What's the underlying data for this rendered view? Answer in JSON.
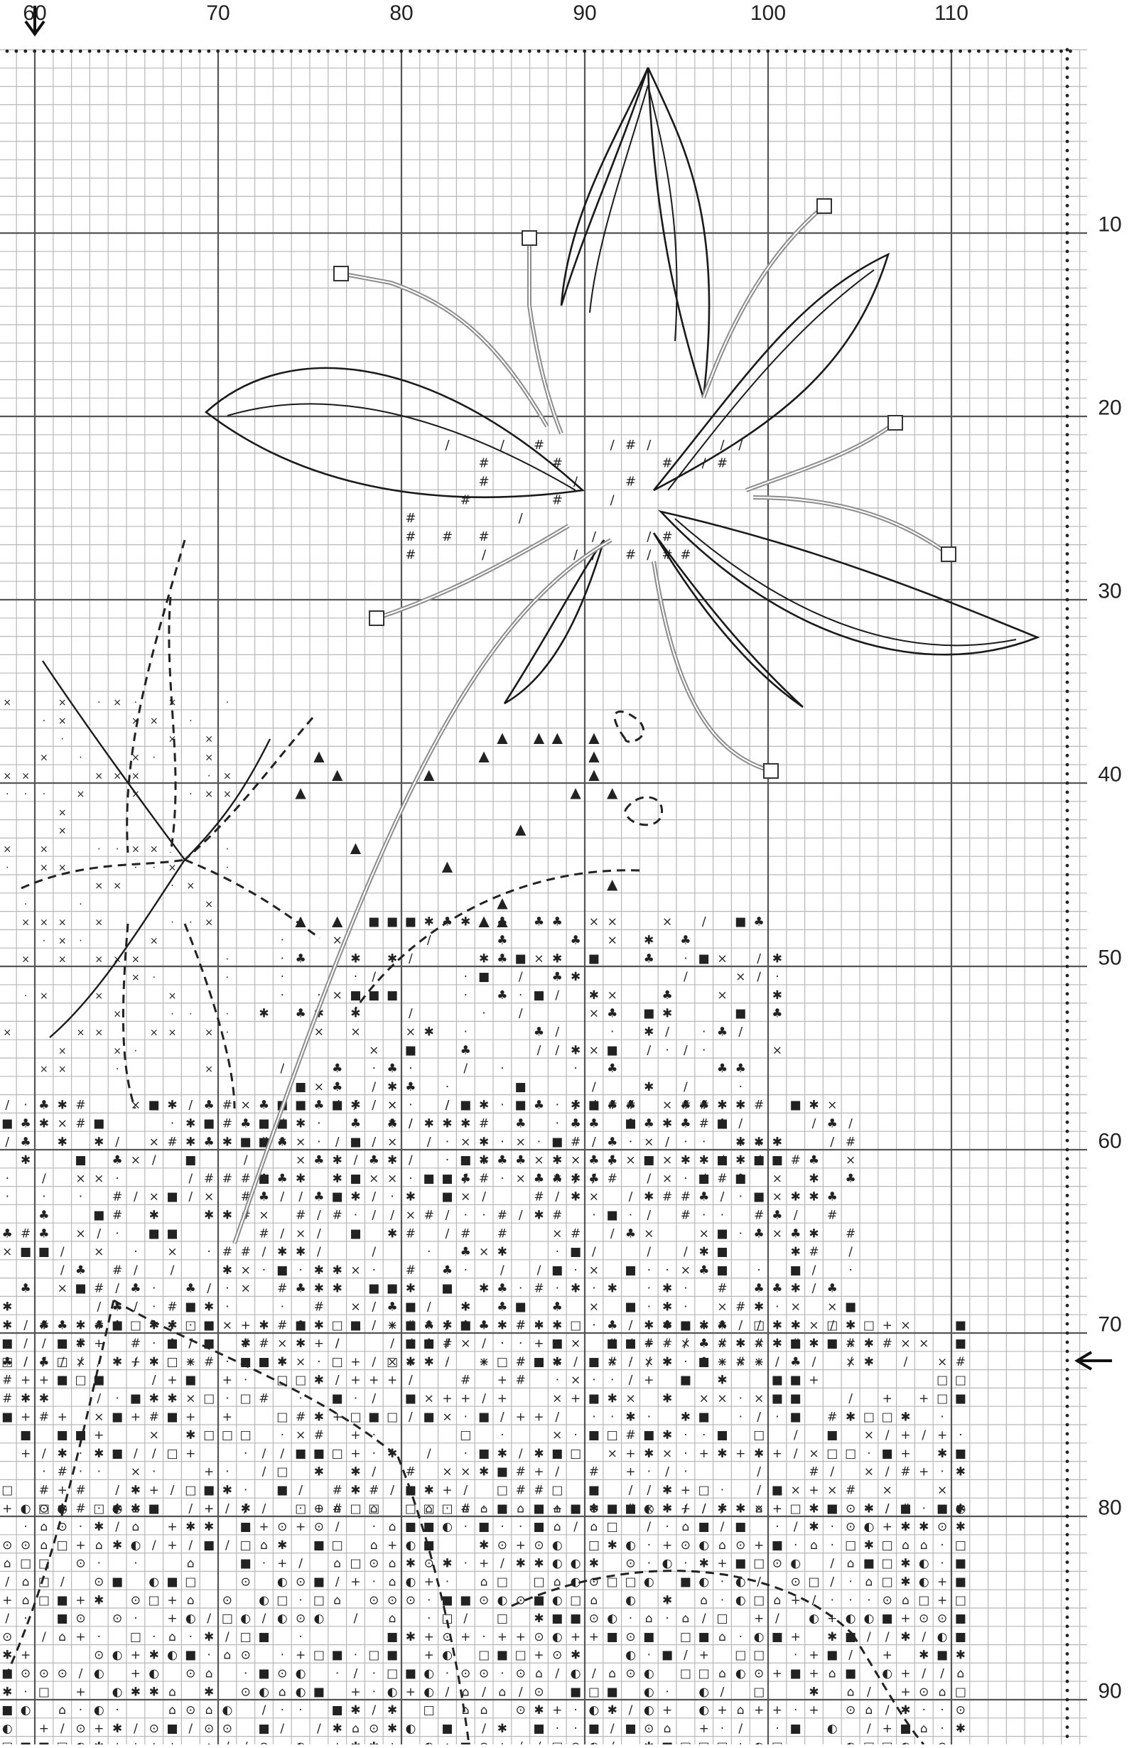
{
  "pattern": {
    "column_numbers": [
      "60",
      "70",
      "80",
      "90",
      "100",
      "110"
    ],
    "row_numbers": [
      "10",
      "20",
      "30",
      "40",
      "50",
      "60",
      "70",
      "80",
      "90"
    ],
    "center_markers": {
      "top": "center-column-arrow",
      "right": "center-row-arrow"
    },
    "colors": {
      "grid_line": "#b8b8b8",
      "grid_major": "#555555",
      "outline": "#1a1a1a",
      "backstitch_gray": "#8c8c8c",
      "dashed": "#222222",
      "symbol_dark": "#222222",
      "paper": "#ffffff"
    },
    "symbols": [
      "#",
      "×",
      "+",
      "✱",
      "♣",
      "▲",
      "■",
      "□",
      "/",
      "·",
      "◐",
      "⊕",
      "⊙",
      "⌂"
    ]
  }
}
